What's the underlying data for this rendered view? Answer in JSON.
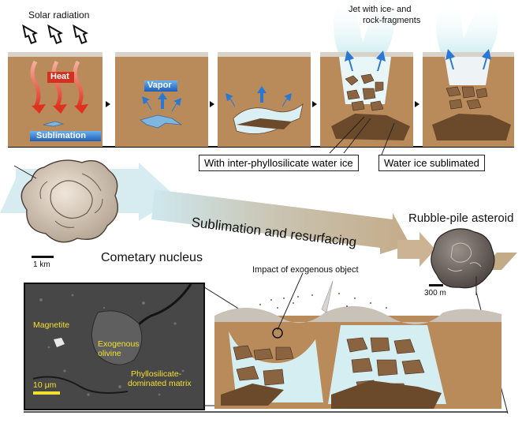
{
  "top_labels": {
    "solar_radiation": "Solar radiation",
    "jet_line1": "Jet with ice- and",
    "jet_line2": "rock-fragments"
  },
  "panel_tags": {
    "heat": "Heat",
    "sublimation": "Sublimation",
    "vapor": "Vapor"
  },
  "callouts": {
    "inter_phyllosilicate": "With inter-phyllosilicate water ice",
    "water_ice_sublimated": "Water ice sublimated"
  },
  "main": {
    "arrow_label": "Sublimation and resurfacing",
    "comet_label": "Cometary nucleus",
    "comet_scale": "1 km",
    "asteroid_label": "Rubble-pile asteroid",
    "asteroid_scale": "300 m",
    "impact_label": "Impact of exogenous object"
  },
  "micrograph": {
    "magnetite": "Magnetite",
    "exogenous_line1": "Exogenous",
    "exogenous_line2": "olivine",
    "matrix_line1": "Phyllosilicate-",
    "matrix_line2": "dominated matrix",
    "scale": "10 μm"
  },
  "colors": {
    "soil": "#b98a5a",
    "dark_rock": "#6b4a2c",
    "ice": "#bfe6ea",
    "heat_red": "#e33b2b",
    "vapor_blue": "#2a78d6",
    "band_blue": "#cfe5ea",
    "band_tan": "#c9b79a",
    "scale_yellow": "#f2e030"
  }
}
